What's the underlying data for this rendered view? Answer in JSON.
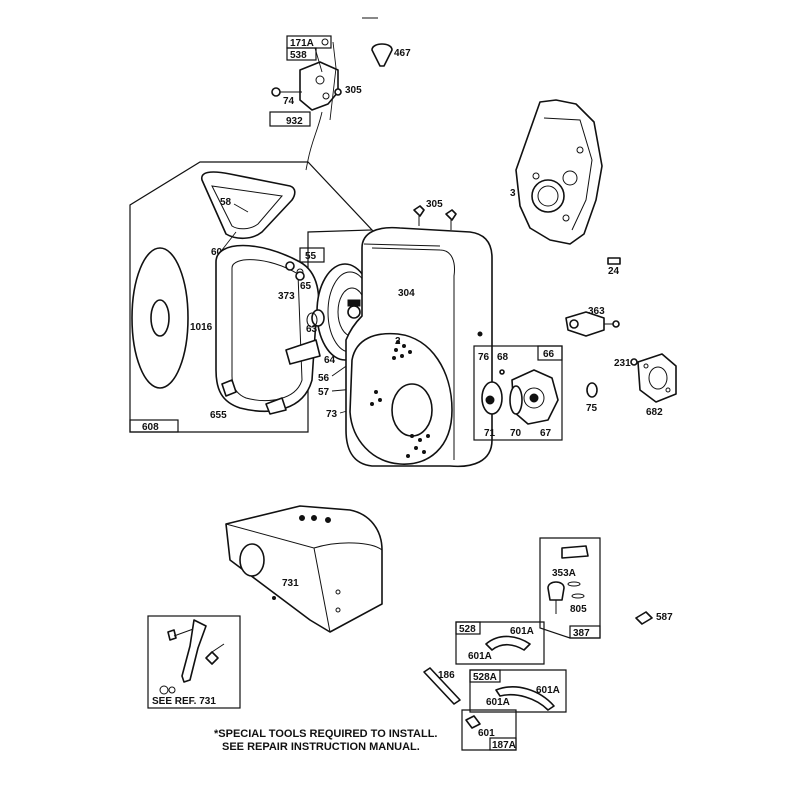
{
  "labels": {
    "l171A": "171A",
    "l538": "538",
    "l467": "467",
    "l74": "74",
    "l305a": "305",
    "l932": "932",
    "l58": "58",
    "l60": "60",
    "l55": "55",
    "l373": "373",
    "l65": "65",
    "l1016": "1016",
    "l63": "63",
    "l64": "64",
    "l56": "56",
    "l57": "57",
    "l73": "73",
    "l655": "655",
    "l608": "608",
    "l305b": "305",
    "l304": "304",
    "l3": "3",
    "l24": "24",
    "l363": "363",
    "l231": "231",
    "l682": "682",
    "l66": "66",
    "l76": "76",
    "l68": "68",
    "l71": "71",
    "l70": "70",
    "l67": "67",
    "l75": "75",
    "l731": "731",
    "l353A": "353A",
    "l805": "805",
    "l387": "387",
    "l587": "587",
    "l528": "528",
    "l601A_1": "601A",
    "l601A_2": "601A",
    "l186": "186",
    "l528A": "528A",
    "l601A_3": "601A",
    "l601A_4": "601A",
    "l601": "601",
    "l187A": "187A",
    "l2": "2"
  },
  "notes": {
    "see_ref": "SEE REF. 731",
    "special_line1": "*SPECIAL TOOLS REQUIRED TO INSTALL.",
    "special_line2": "SEE REPAIR INSTRUCTION MANUAL."
  }
}
